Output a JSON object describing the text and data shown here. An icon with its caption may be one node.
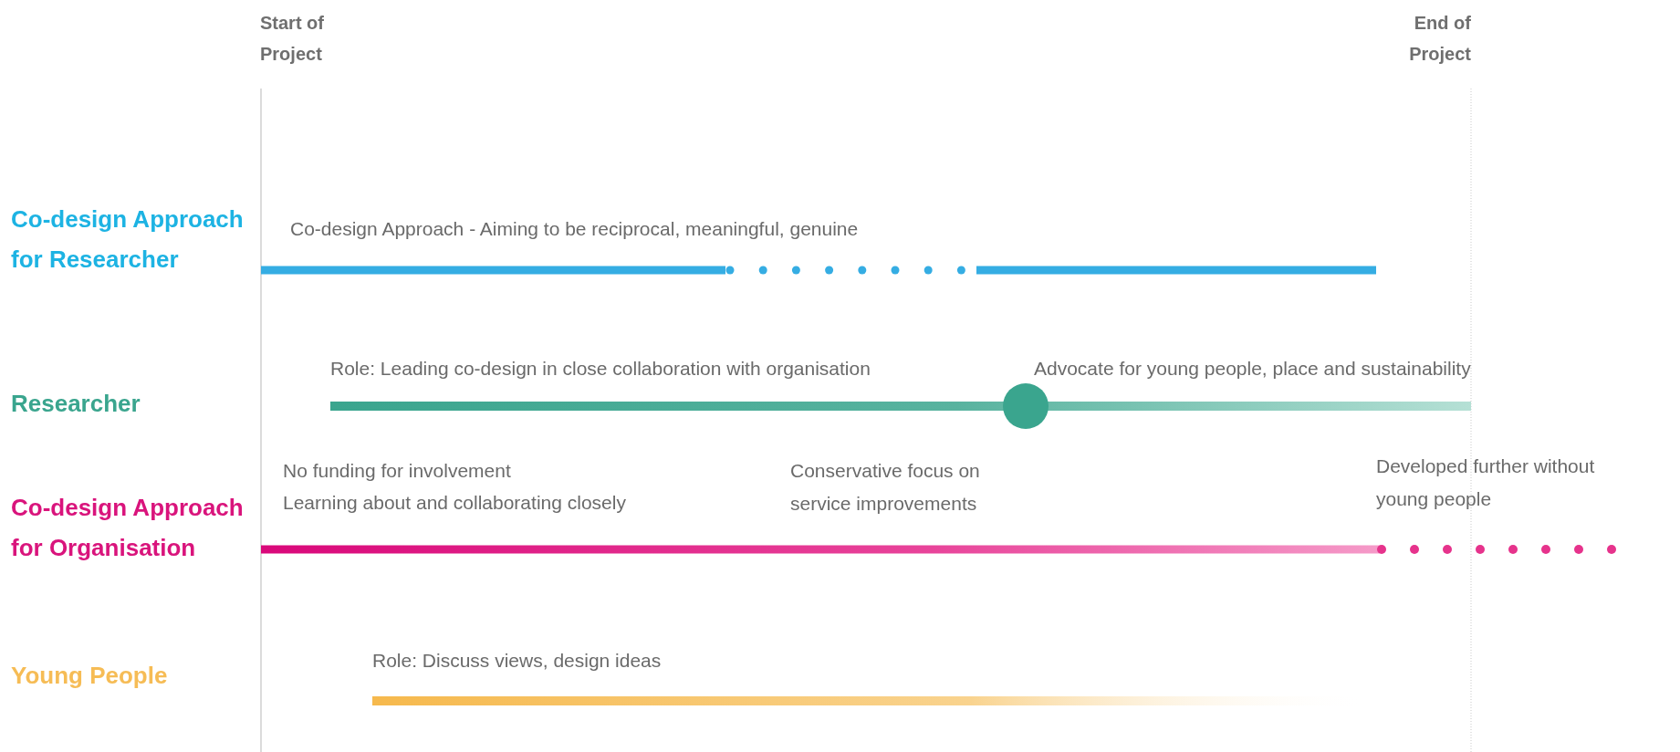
{
  "diagram": {
    "labels": [
      "Start of Project",
      "End of Project",
      "Co-design Approach for Researcher",
      "Co-design Approach - Aiming to be reciprocal, meaningful, genuine",
      "Researcher",
      "Role: Leading co-design in close collaboration with organisation",
      "Advocate for young people, place and sustainability",
      "Co-design Approach for Organisation",
      "No funding for involvement",
      "Learning about and collaborating closely",
      "Conservative focus on service improvements",
      "Developed further without young people",
      "Young People",
      "Role: Discuss views, design ideas"
    ]
  }
}
